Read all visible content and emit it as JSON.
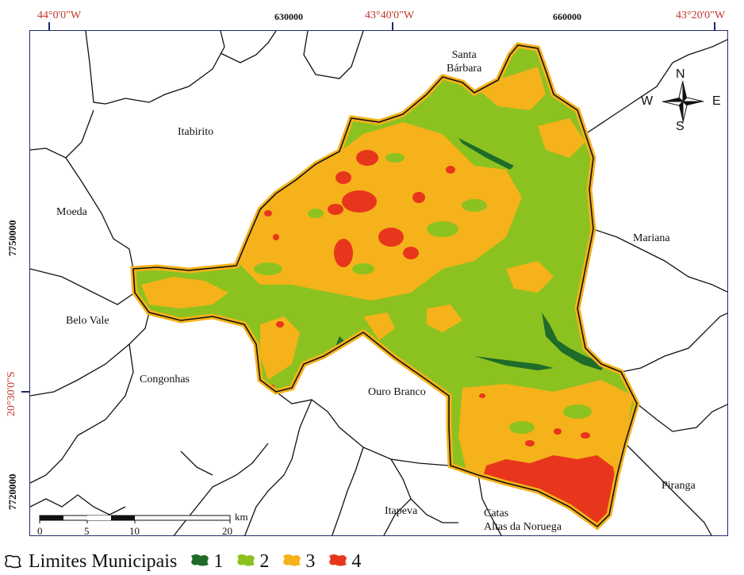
{
  "coords": {
    "top_labels": [
      "44°0'0\"W",
      "630000",
      "43°40'0\"W",
      "660000",
      "43°20'0\"W"
    ],
    "left_labels": [
      "7750000",
      "20°30'0\"S",
      "7720000"
    ]
  },
  "places": {
    "santa_barbara": "Santa\nBárbara",
    "itabirito": "Itabirito",
    "moeda": "Moeda",
    "mariana": "Mariana",
    "belo_vale": "Belo Vale",
    "congonhas": "Congonhas",
    "ouro_branco": "Ouro Branco",
    "itapeva": "Itapeva",
    "catas_altas": "Catas\nAltas da Noruega",
    "piranga": "Piranga"
  },
  "compass": {
    "n": "N",
    "s": "S",
    "e": "E",
    "w": "W"
  },
  "scale": {
    "unit": "km",
    "ticks": [
      "0",
      "5",
      "10",
      "20"
    ]
  },
  "legend": {
    "boundary_label": "Limites Municipais",
    "classes": [
      {
        "label": "1",
        "color": "#1f6b2a"
      },
      {
        "label": "2",
        "color": "#8cc21f"
      },
      {
        "label": "3",
        "color": "#f5b21b"
      },
      {
        "label": "4",
        "color": "#e8361c"
      }
    ]
  }
}
